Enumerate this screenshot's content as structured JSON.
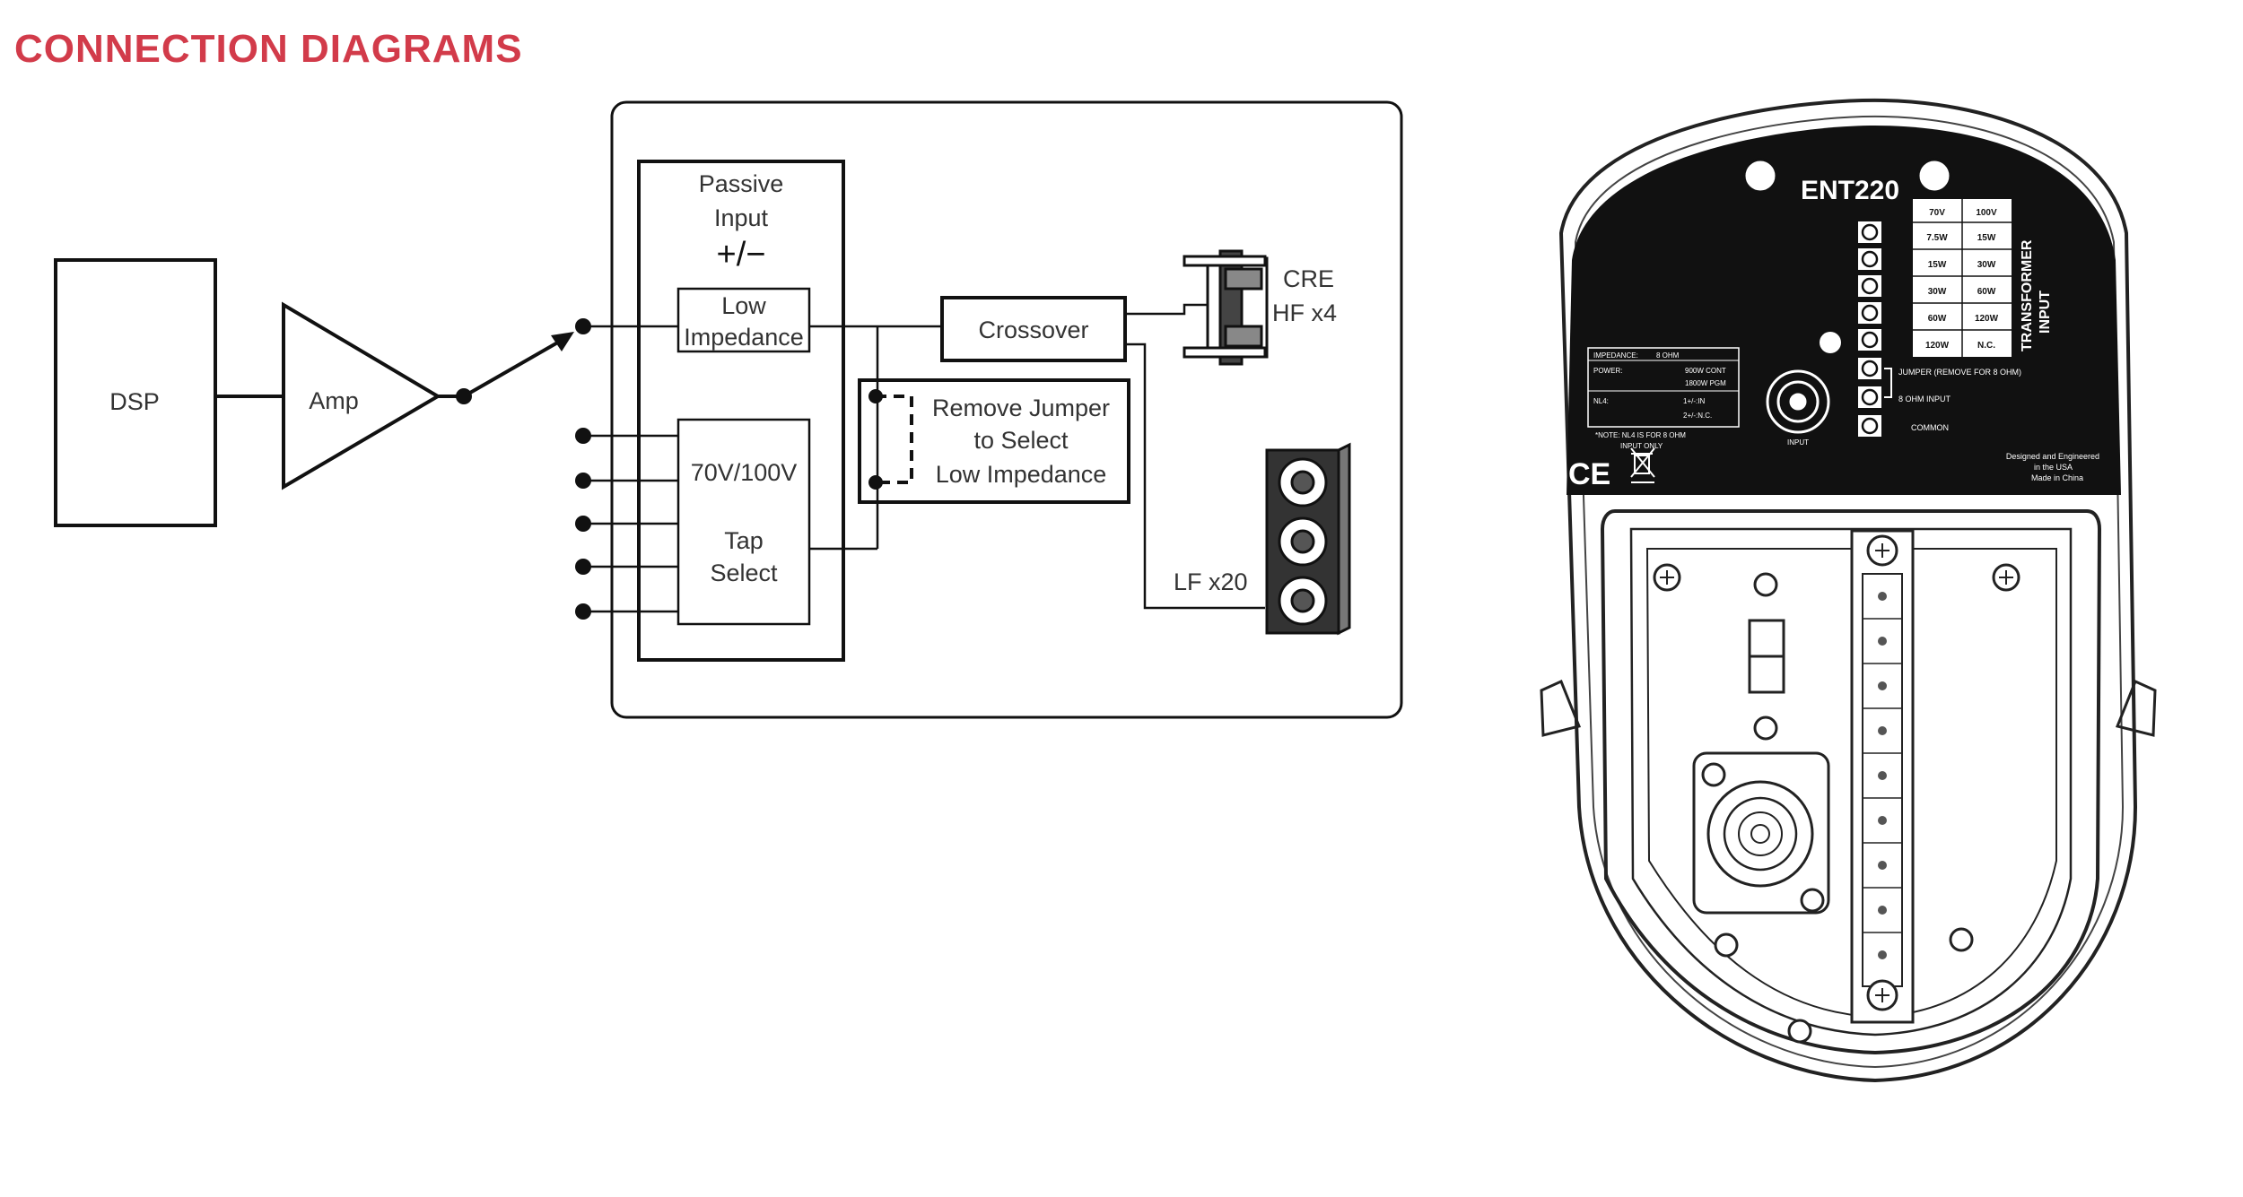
{
  "heading": "CONNECTION DIAGRAMS",
  "schematic": {
    "dsp": "DSP",
    "amp": "Amp",
    "passive_input": [
      "Passive",
      "Input",
      "+/−"
    ],
    "low_impedance": [
      "Low",
      "Impedance"
    ],
    "tap": [
      "70V/100V",
      "Tap",
      "Select"
    ],
    "crossover": "Crossover",
    "jumper_note": [
      "Remove Jumper",
      "to Select",
      "Low Impedance"
    ],
    "hf": [
      "CRE",
      "HF x4"
    ],
    "lf": "LF x20"
  },
  "panel": {
    "model": "ENT220",
    "tap_columns": [
      "70V",
      "100V"
    ],
    "tap_rows": [
      [
        "7.5W",
        "15W"
      ],
      [
        "15W",
        "30W"
      ],
      [
        "30W",
        "60W"
      ],
      [
        "60W",
        "120W"
      ],
      [
        "120W",
        "N.C."
      ]
    ],
    "transformer_label": [
      "TRANSFORMER",
      "INPUT"
    ],
    "jumper_label": "JUMPER (REMOVE FOR 8 OHM)",
    "ohm_input_label": "8 OHM INPUT",
    "common_label": "COMMON",
    "specs": [
      [
        "IMPEDANCE:",
        "8 OHM"
      ],
      [
        "POWER:",
        "900W CONT"
      ],
      [
        "",
        "1800W PGM"
      ],
      [
        "NL4:",
        "1+/-:IN"
      ],
      [
        "",
        "2+/-:N.C."
      ]
    ],
    "spec_note": [
      "*NOTE: NL4 IS FOR 8 OHM",
      "INPUT ONLY"
    ],
    "input_label": "INPUT",
    "ce": "CE",
    "maker": [
      "Designed and Engineered",
      "in the USA",
      "Made in China"
    ]
  }
}
